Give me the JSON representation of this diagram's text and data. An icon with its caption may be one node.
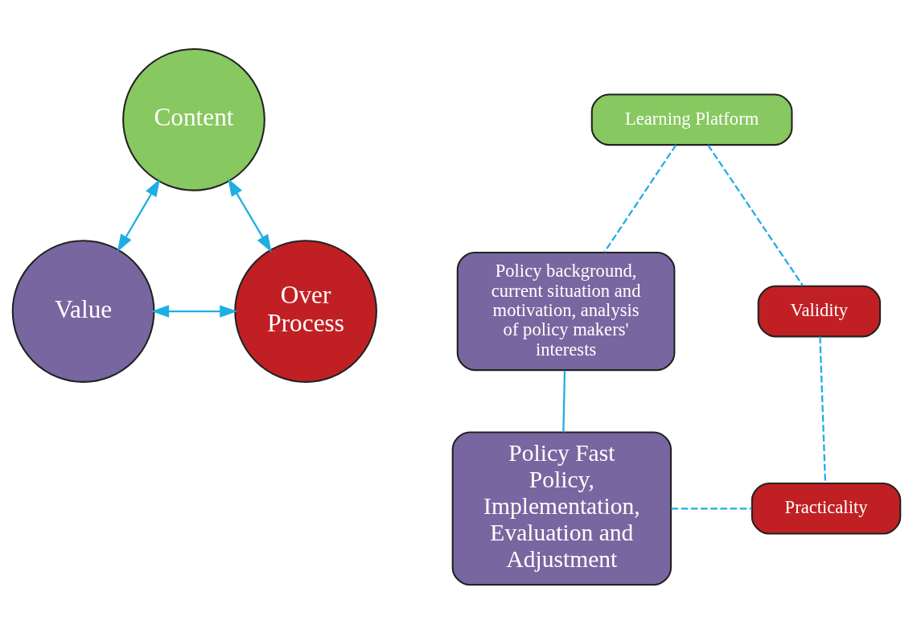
{
  "diagram": {
    "nodes": [
      {
        "text": [
          "Content"
        ]
      },
      {
        "text": [
          "Learning Platform"
        ]
      },
      {
        "text": [
          "Policy background, current situation and motivation, analysis of policy makers' interests"
        ]
      },
      {
        "text": [
          "Validity"
        ]
      },
      {
        "text": [
          "Policy Fast Policy, Implementation, Evaluation and Adjustment"
        ]
      },
      {
        "text": [
          "Practicality"
        ]
      },
      {
        "text": [
          "Value"
        ]
      },
      {
        "text": [
          "Over Process"
        ]
      }
    ],
    "edges": [
      {
        "from": 0,
        "to": 6,
        "arrow": "both"
      },
      {
        "from": 0,
        "to": 7,
        "arrow": "both"
      },
      {
        "from": 6,
        "to": 7,
        "arrow": "both"
      },
      {
        "from": 1,
        "to": 2,
        "arrow": "none",
        "style": "dashed"
      },
      {
        "from": 1,
        "to": 3,
        "arrow": "none",
        "style": "dashed"
      },
      {
        "from": 2,
        "to": 4,
        "arrow": "none"
      },
      {
        "from": 3,
        "to": 5,
        "arrow": "none",
        "style": "dashed"
      },
      {
        "from": 4,
        "to": 5,
        "arrow": "none",
        "style": "dashed"
      }
    ]
  }
}
